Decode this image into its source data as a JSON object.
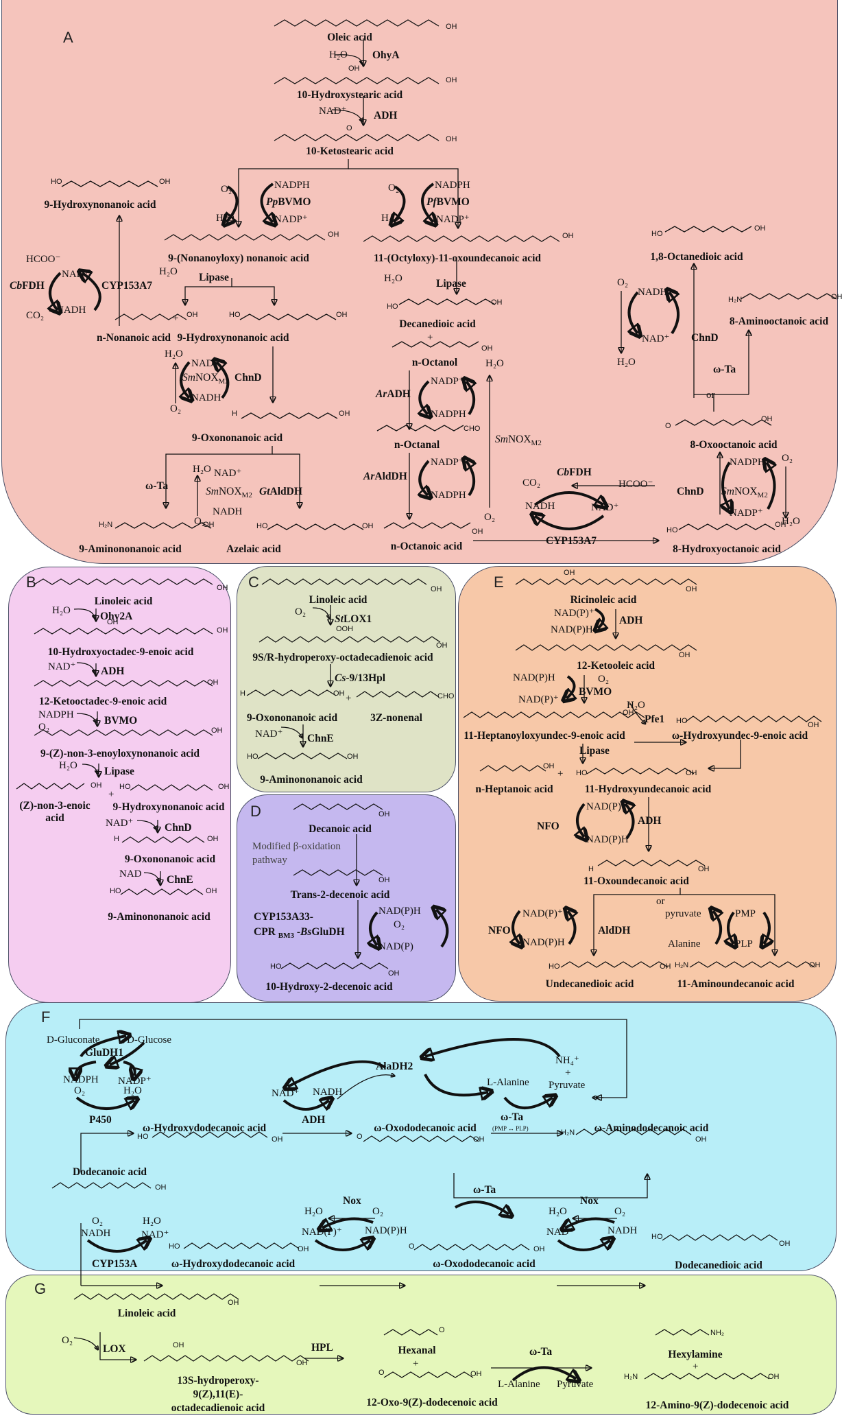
{
  "colors": {
    "panel_A": "#f5c4bc",
    "panel_B": "#f5cdf0",
    "panel_C": "#dfe3c6",
    "panel_D": "#c5b8ef",
    "panel_E": "#f7c8a8",
    "panel_F": "#b8eef8",
    "panel_G": "#e5f7bb",
    "border": "#4a4f66"
  },
  "panelA": {
    "letter": "A",
    "compounds": {
      "oleic": "Oleic acid",
      "hydroxystearic": "10-Hydroxystearic acid",
      "ketostearic": "10-Ketostearic acid",
      "hydroxynonanoic_top": "9-Hydroxynonanoic acid",
      "nonanoyloxy": "9-(Nonanoyloxy) nonanoic acid",
      "octyloxy": "11-(Octyloxy)-11-oxoundecanoic acid",
      "nonanoic": "n-Nonanoic acid",
      "hydroxynonanoic": "9-Hydroxynonanoic acid",
      "oxononanoic": "9-Oxononanoic acid",
      "aminononanoic": "9-Aminononanoic acid",
      "azelaic": "Azelaic acid",
      "decanedioic": "Decanedioic acid",
      "octanol": "n-Octanol",
      "octanal": "n-Octanal",
      "octanoic": "n-Octanoic acid",
      "octanedioic": "1,8-Octanedioic acid",
      "aminooctanoic": "8-Aminooctanoic acid",
      "oxooctanoic": "8-Oxooctanoic acid",
      "hydroxyoctanoic": "8-Hydroxyoctanoic acid"
    },
    "enzymes": {
      "ohya": "OhyA",
      "adh": "ADH",
      "ppbvmo_i": "Pp",
      "ppbvmo": "BVMO",
      "pfbvmo_i": "Pf",
      "pfbvmo": "BVMO",
      "lipase1": "Lipase",
      "lipase2": "Lipase",
      "cbfdh_i": "Cb",
      "cbfdh": "FDH",
      "cyp1": "CYP153A7",
      "smnox1_i": "Sm",
      "smnox1": "NOX",
      "smnox_sub": "M2",
      "chnd1": "ChnD",
      "ota1": "ω-Ta",
      "smnox2_i": "Sm",
      "smnox2": "NOX",
      "gtaldh_i": "Gt",
      "gtaldh": "AldDH",
      "aradh_i": "Ar",
      "aradh": "ADH",
      "araldh_i": "Ar",
      "araldh": "AldDH",
      "smnox3_i": "Sm",
      "smnox3": "NOX",
      "cbfdh2_i": "Cb",
      "cbfdh2": "FDH",
      "cyp2": "CYP153A7",
      "chnd2": "ChnD",
      "ota2": "ω-Ta",
      "chnd3": "ChnD",
      "smnox4_i": "Sm",
      "smnox4": "NOX"
    },
    "cofactors": {
      "h2o_1": "H₂O",
      "nad_1": "NAD⁺",
      "o2_pp": "O₂",
      "nadph_pp": "NADPH",
      "h2o_pp": "H₂O",
      "nadp_pp": "NADP⁺",
      "o2_pf": "O₂",
      "nadph_pf": "NADPH",
      "h2o_pf": "H₂O",
      "nadp_pf": "NADP⁺",
      "hcoo": "HCOO⁻",
      "co2": "CO₂",
      "nad_fdh": "NAD⁺",
      "nadh_fdh": "NADH",
      "h2o_lip1": "H₂O",
      "h2o_lip2": "H₂O",
      "h2o_nox1": "H₂O",
      "nad_nox1": "NAD⁺",
      "nadh_nox1": "NADH",
      "o2_nox1": "O₂",
      "h2o_nox2": "H₂O",
      "nad_nox2": "NAD⁺",
      "nadh_nox2": "NADH",
      "o2_nox2": "O₂",
      "nadp_ar1": "NADP⁺",
      "nadph_ar1": "NADPH",
      "nadp_ar2": "NADP⁺",
      "nadph_ar2": "NADPH",
      "h2o_sm3": "H₂O",
      "o2_sm3": "O₂",
      "co2_2": "CO₂",
      "hcoo_2": "HCOO⁻",
      "nadh_2": "NADH",
      "nad_2": "NAD⁺",
      "o2_r": "O₂",
      "nadh_r": "NADH",
      "nad_r": "NAD⁺",
      "h2o_r": "H₂O",
      "nadph_r": "NADPH",
      "nadp_r": "NADP⁺",
      "o2_r2": "O₂",
      "h2o_r2": "H₂O"
    },
    "misc": {
      "plus1": "+",
      "plus2": "+",
      "or": "or"
    }
  },
  "panelB": {
    "letter": "B",
    "compounds": {
      "linoleic": "Linoleic acid",
      "hydroxyoctadec": "10-Hydroxyoctadec-9-enoic acid",
      "ketooctadec": "12-Ketooctadec-9-enoic acid",
      "nonenoyloxy": "9-(Z)-non-3-enoyloxynonanoic acid",
      "nonenoic_1": "(Z)-non-3-enoic",
      "nonenoic_2": "acid",
      "hydroxynonanoic": "9-Hydroxynonanoic acid",
      "oxononanoic": "9-Oxononanoic acid",
      "aminononanoic": "9-Aminononanoic acid"
    },
    "enzymes": {
      "ohy2a": "Ohy2A",
      "adh": "ADH",
      "bvmo": "BVMO",
      "lipase": "Lipase",
      "chnd": "ChnD",
      "chne": "ChnE"
    },
    "cofactors": {
      "h2o_1": "H₂O",
      "nad_1": "NAD⁺",
      "nadph": "NADPH",
      "o2": "O₂",
      "h2o_2": "H₂O",
      "nad_2": "NAD⁺",
      "nad_3": "NAD"
    },
    "misc": {
      "plus": "+"
    }
  },
  "panelC": {
    "letter": "C",
    "compounds": {
      "linoleic": "Linoleic acid",
      "hpode": "9S/R-hydroperoxy-octadecadienoic acid",
      "oxononanoic": "9-Oxononanoic acid",
      "nonenal": "3Z-nonenal",
      "aminononanoic": "9-Aminononanoic acid"
    },
    "enzymes": {
      "stlox_i": "St",
      "stlox": "LOX1",
      "cshpl_i": "Cs",
      "cshpl": "-9/13Hpl",
      "chne": "ChnE"
    },
    "cofactors": {
      "o2": "O₂",
      "nad": "NAD⁺"
    },
    "misc": {
      "plus": "+"
    }
  },
  "panelD": {
    "letter": "D",
    "compounds": {
      "decanoic": "Decanoic acid",
      "decenoic": "Trans-2-decenoic acid",
      "hydroxydecenoic": "10-Hydroxy-2-decenoic acid"
    },
    "pathway_note_1": "Modified β-oxidation",
    "pathway_note_2": "pathway",
    "enzymes": {
      "cyp_1": "CYP153A33-",
      "cyp_2a": "CPR ",
      "cyp_2sub": "BM3",
      "cyp_2b": " -",
      "cyp_2i": "Bs",
      "cyp_2c": "GluDH"
    },
    "cofactors": {
      "nadph": "NAD(P)H",
      "o2": "O₂",
      "nadp": "NAD(P)"
    }
  },
  "panelE": {
    "letter": "E",
    "compounds": {
      "ricinoleic": "Ricinoleic acid",
      "ketooleic": "12-Ketooleic acid",
      "heptanoyloxy": "11-Heptanoyloxyundec-9-enoic acid",
      "whydroxyundec": "ω-Hydroxyundec-9-enoic acid",
      "heptanoic": "n-Heptanoic acid",
      "hydroxyundecanoic": "11-Hydroxyundecanoic acid",
      "oxoundecanoic": "11-Oxoundecanoic acid",
      "undecanedioic": "Undecanedioic acid",
      "aminoundecanoic": "11-Aminoundecanoic acid"
    },
    "enzymes": {
      "adh1": "ADH",
      "bvmo": "BVMO",
      "pfe1": "Pfe1",
      "lipase": "Lipase",
      "nfo1": "NFO",
      "adh2": "ADH",
      "nfo2": "NFO",
      "aldh": "AldDH"
    },
    "cofactors": {
      "nadp_1": "NAD(P)⁺",
      "nadph_1": "NAD(P)H",
      "nadph_2": "NAD(P)H",
      "nadp_2": "NAD(P)⁺",
      "o2": "O₂",
      "h2o": "H₂O",
      "nadp_3": "NAD(P)⁺",
      "nadph_3": "NAD(P)H",
      "nadp_4": "NAD(P)⁺",
      "nadph_4": "NAD(P)H",
      "pyruvate": "pyruvate",
      "alanine": "Alanine",
      "pmp": "PMP",
      "plp": "PLP"
    },
    "misc": {
      "plus": "+",
      "or": "or"
    }
  },
  "panelF": {
    "letter": "F",
    "compounds": {
      "whydroxy1": "ω-Hydroxydodecanoic acid",
      "woxo1": "ω-Oxododecanoic acid",
      "wamino": "ω-Aminododecanoic acid",
      "dodecanoic": "Dodecanoic acid",
      "whydroxy2": "ω-Hydroxydodecanoic acid",
      "woxo2": "ω-Oxododecanoic acid",
      "dodecanedioic": "Dodecanedioic acid"
    },
    "enzymes": {
      "gludh1": "GluDH1",
      "p450": "P450",
      "adh": "ADH",
      "aladh2": "AlaDH2",
      "ota1": "ω-Ta",
      "ota_note": "(PMP ↔ PLP)",
      "ota2": "ω-Ta",
      "nox1": "Nox",
      "nox2": "Nox",
      "cyp": "CYP153A"
    },
    "cofactors": {
      "gluconate": "D-Gluconate",
      "glucose": "D-Glucose",
      "nadph": "NADPH",
      "nadp": "NADP⁺",
      "o2_1": "O₂",
      "h2o_1": "H₂O",
      "nad_adh": "NAD⁺",
      "nadh_adh": "NADH",
      "nh4": "NH₄⁺",
      "plus": "+",
      "pyruvate": "Pyruvate",
      "lalanine": "L-Alanine",
      "o2_2": "O₂",
      "nadh_2": "NADH",
      "h2o_2": "H₂O",
      "nad_2": "NAD⁺",
      "h2o_nox1": "H₂O",
      "o2_nox1": "O₂",
      "nadp_nox1": "NAD(P)⁺",
      "nadph_nox1": "NAD(P)H",
      "h2o_nox2": "H₂O",
      "o2_nox2": "O₂",
      "nad_nox2": "NAD⁺",
      "nadh_nox2": "NADH"
    }
  },
  "panelG": {
    "letter": "G",
    "compounds": {
      "linoleic": "Linoleic acid",
      "hpode_1": "13S-hydroperoxy-",
      "hpode_2": "9(Z),11(E)-",
      "hpode_3": "octadecadienoic acid",
      "hexanal": "Hexanal",
      "oxododecenoic": "12-Oxo-9(Z)-dodecenoic acid",
      "hexylamine": "Hexylamine",
      "aminododecenoic": "12-Amino-9(Z)-dodecenoic acid"
    },
    "enzymes": {
      "lox": "LOX",
      "hpl": "HPL",
      "ota": "ω-Ta"
    },
    "cofactors": {
      "o2": "O₂",
      "lalanine": "L-Alanine",
      "pyruvate": "Pyruvate"
    },
    "misc": {
      "plus1": "+",
      "plus2": "+"
    }
  }
}
